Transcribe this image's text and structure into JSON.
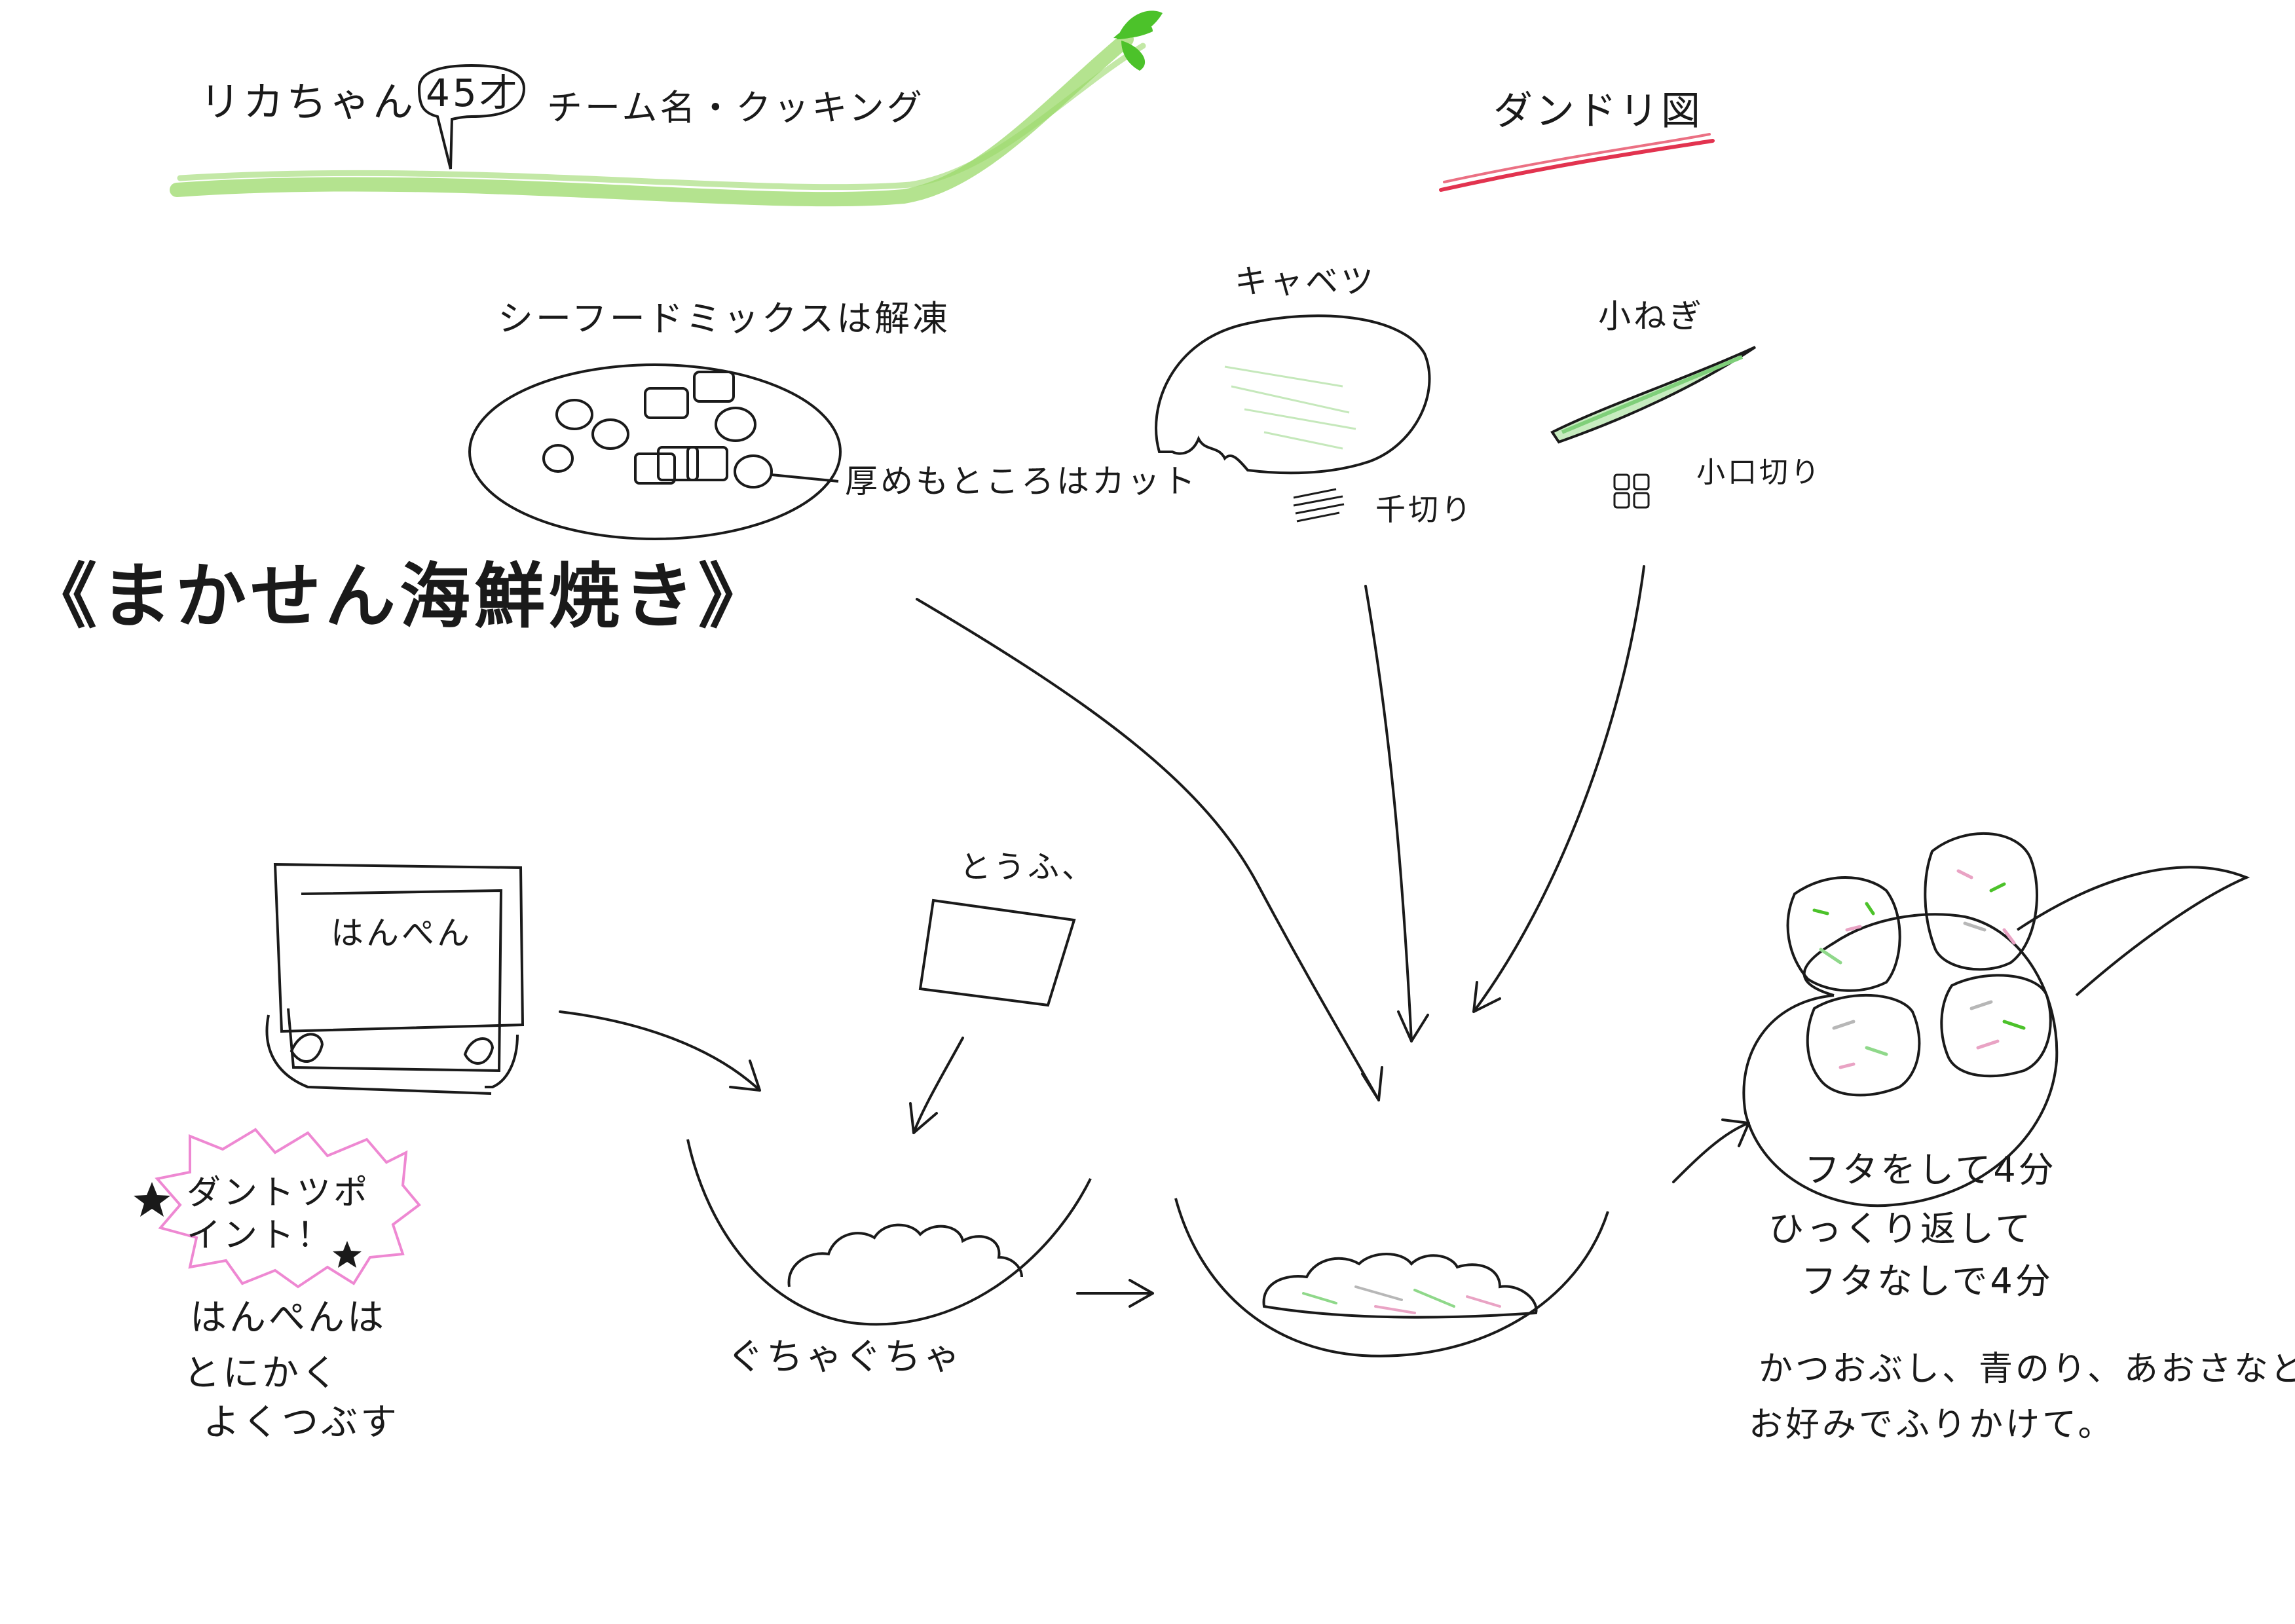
{
  "header": {
    "author": "リカちゃん",
    "age": "45才",
    "team": "チーム名・クッキング",
    "dandori": "ダンドリ図"
  },
  "dish_title": "《まかせん海鮮焼き》",
  "ingredients": {
    "seafood": {
      "label": "シーフードミックスは解凍",
      "note": "厚めもところはカット"
    },
    "cabbage": {
      "label": "キャベツ",
      "cut": "千切り"
    },
    "green_onion": {
      "label": "小ねぎ",
      "cut": "小口切り"
    },
    "hanpen": {
      "label": "はんぺん"
    },
    "tofu": {
      "label": "とうふ、"
    }
  },
  "point": {
    "badge": "ダントツポイント！",
    "tip": [
      "はんぺんは",
      "とにかく",
      "よくつぶす"
    ]
  },
  "steps": {
    "mash": "ぐちゃぐちゃ",
    "cook": [
      "フタをして4分",
      "ひっくり返して",
      "フタなしで4分"
    ],
    "topping": [
      "かつおぶし、青のり、あおさなど",
      "お好みでふりかけて。"
    ]
  },
  "colors": {
    "ink": "#1a1a1a",
    "header_stroke": "#9bd96a",
    "leaf": "#4cc22a",
    "dandori_underline": "#e2334f",
    "point_border": "#ee88d2",
    "batter_green": "#8fd88a",
    "batter_pink": "#e9a3c4",
    "spring_onion": "#7fcf7a"
  }
}
